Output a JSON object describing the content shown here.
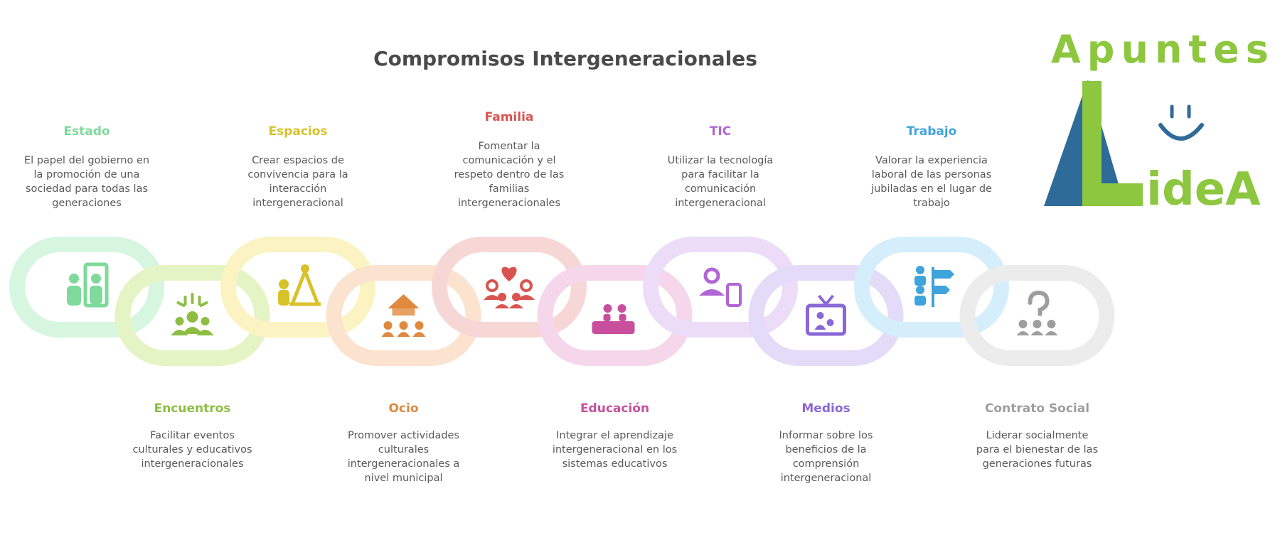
{
  "title": "Compromisos Intergeneracionales",
  "logo": {
    "top": "Apuntes",
    "bottom": "idea"
  },
  "items": [
    {
      "key": "estado",
      "title": "Estado",
      "color": "#7ed99a",
      "ring": "#d6f6df",
      "icon": "government-icon",
      "desc": [
        "El papel del gobierno en",
        "la promoción de una",
        "sociedad para todas las",
        "generaciones"
      ]
    },
    {
      "key": "encuentros",
      "title": "Encuentros",
      "color": "#8ebd43",
      "ring": "#e4f4c4",
      "icon": "community-event-icon",
      "desc": [
        "Facilitar eventos",
        "culturales y educativos",
        "intergeneracionales"
      ]
    },
    {
      "key": "espacios",
      "title": "Espacios",
      "color": "#d8c22a",
      "ring": "#fbf3c2",
      "icon": "play-space-icon",
      "desc": [
        "Crear espacios de",
        "convivencia para la",
        "interacción",
        "intergeneracional"
      ]
    },
    {
      "key": "ocio",
      "title": "Ocio",
      "color": "#e0893f",
      "ring": "#fbe3cf",
      "icon": "leisure-icon",
      "desc": [
        "Promover actividades",
        "culturales",
        "intergeneracionales a",
        "nivel municipal"
      ]
    },
    {
      "key": "familia",
      "title": "Familia",
      "color": "#d9534f",
      "ring": "#f7d7d6",
      "icon": "family-heart-icon",
      "desc": [
        "Fomentar la",
        "comunicación y el",
        "respeto dentro de las",
        "familias",
        "intergeneracionales"
      ]
    },
    {
      "key": "educacion",
      "title": "Educación",
      "color": "#c94f9e",
      "ring": "#f6d6ea",
      "icon": "education-icon",
      "desc": [
        "Integrar el aprendizaje",
        "intergeneracional en los",
        "sistemas educativos"
      ]
    },
    {
      "key": "tic",
      "title": "TIC",
      "color": "#b066d6",
      "ring": "#ecdcf8",
      "icon": "user-phone-icon",
      "desc": [
        "Utilizar la tecnología",
        "para facilitar la",
        "comunicación",
        "intergeneracional"
      ]
    },
    {
      "key": "medios",
      "title": "Medios",
      "color": "#8a67d6",
      "ring": "#e3dbf7",
      "icon": "television-icon",
      "desc": [
        "Informar sobre los",
        "beneficios de la",
        "comprensión",
        "intergeneracional"
      ]
    },
    {
      "key": "trabajo",
      "title": "Trabajo",
      "color": "#3fa3dc",
      "ring": "#d5eefb",
      "icon": "workplace-signpost-icon",
      "desc": [
        "Valorar la experiencia",
        "laboral de las personas",
        "jubiladas en el lugar de",
        "trabajo"
      ]
    },
    {
      "key": "contrato",
      "title": "Contrato Social",
      "color": "#9e9e9e",
      "ring": "#ececec",
      "icon": "question-group-icon",
      "desc": [
        "Liderar socialmente",
        "para el bienestar de las",
        "generaciones futuras"
      ]
    }
  ]
}
